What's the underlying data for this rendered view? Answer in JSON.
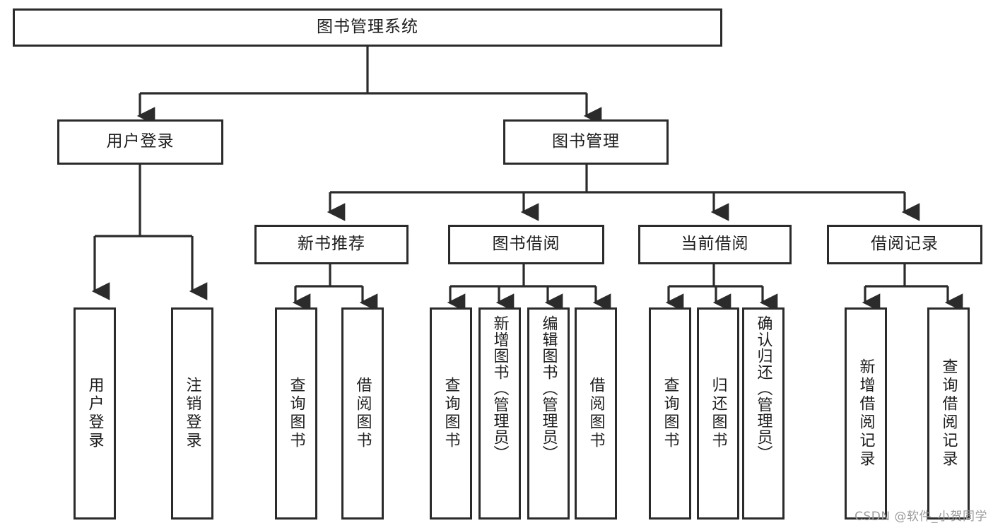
{
  "diagram": {
    "title": "图书管理系统",
    "type": "tree-hierarchy-chart",
    "root": {
      "id": "root",
      "label": "图书管理系统"
    },
    "level2": [
      {
        "id": "user-login",
        "label": "用户登录"
      },
      {
        "id": "book-manage",
        "label": "图书管理"
      }
    ],
    "level3": [
      {
        "id": "new-book-recommend",
        "label": "新书推荐"
      },
      {
        "id": "book-borrow",
        "label": "图书借阅"
      },
      {
        "id": "current-borrow",
        "label": "当前借阅"
      },
      {
        "id": "borrow-record",
        "label": "借阅记录"
      }
    ],
    "leaves": {
      "user_login": [
        {
          "id": "leaf-user-login",
          "label": "用户登录"
        },
        {
          "id": "leaf-logout-login",
          "label": "注销登录"
        }
      ],
      "new_book_recommend": [
        {
          "id": "leaf-query-book-1",
          "label": "查询图书"
        },
        {
          "id": "leaf-borrow-book-1",
          "label": "借阅图书"
        }
      ],
      "book_borrow": [
        {
          "id": "leaf-query-book-2",
          "label": "查询图书"
        },
        {
          "id": "leaf-add-book",
          "label": "新增图书（管理员）"
        },
        {
          "id": "leaf-edit-book",
          "label": "编辑图书（管理员）"
        },
        {
          "id": "leaf-borrow-book-2",
          "label": "借阅图书"
        }
      ],
      "current_borrow": [
        {
          "id": "leaf-query-book-3",
          "label": "查询图书"
        },
        {
          "id": "leaf-return-book",
          "label": "归还图书"
        },
        {
          "id": "leaf-confirm-return",
          "label": "确认归还（管理员）"
        }
      ],
      "borrow_record": [
        {
          "id": "leaf-add-record",
          "label": "新增借阅记录"
        },
        {
          "id": "leaf-query-record",
          "label": "查询借阅记录"
        }
      ]
    }
  },
  "watermark": {
    "text": "CSDN @软件_小贺同学"
  },
  "colors": {
    "stroke": "#2b2b2b",
    "text": "#1d1d1d",
    "background": "#ffffff",
    "watermark": "#9a9a9a"
  }
}
